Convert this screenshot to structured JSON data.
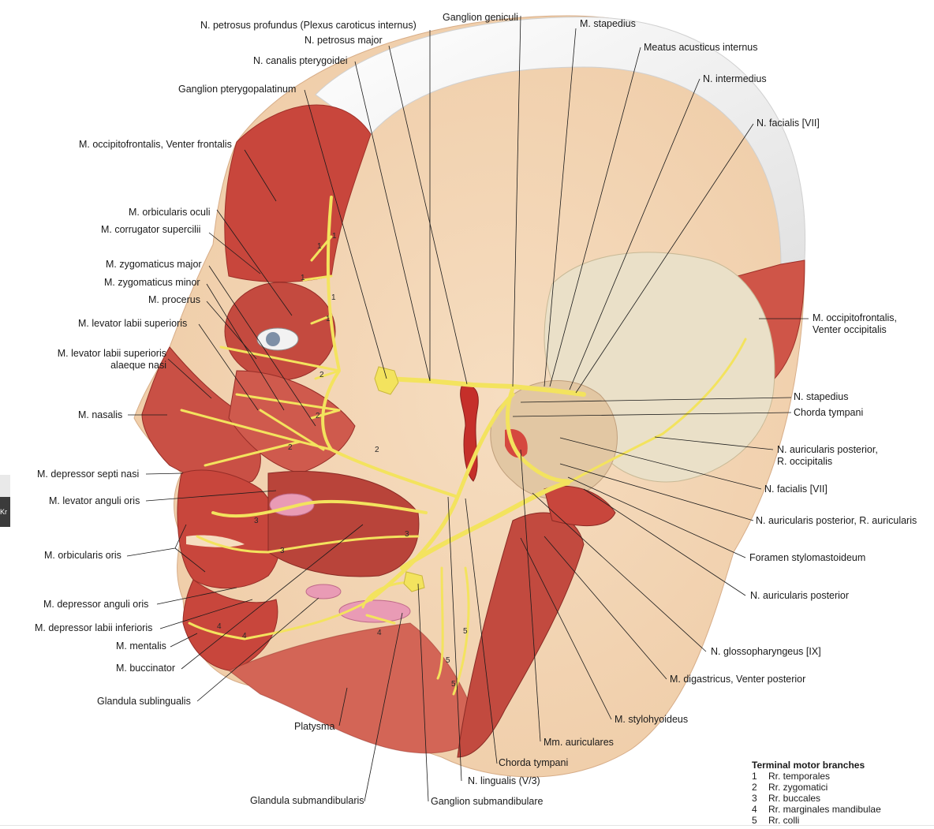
{
  "labels": {
    "petrosus_profundus": "N. petrosus profundus (Plexus caroticus internus)",
    "ganglion_geniculi": "Ganglion geniculi",
    "stapedius_muscle": "M. stapedius",
    "petrosus_major": "N. petrosus major",
    "meatus_acusticus": "Meatus acusticus internus",
    "canalis_pterygoidei": "N. canalis pterygoidei",
    "intermedius": "N. intermedius",
    "ganglion_pterygopalatinum": "Ganglion pterygopalatinum",
    "facialis_top": "N. facialis [VII]",
    "occipitofrontalis_frontalis": "M. occipitofrontalis, Venter frontalis",
    "orbicularis_oculi": "M. orbicularis oculi",
    "corrugator": "M. corrugator supercilii",
    "zygomaticus_major": "M. zygomaticus major",
    "zygomaticus_minor": "M. zygomaticus minor",
    "procerus": "M. procerus",
    "levator_labii": "M. levator labii superioris",
    "levator_labii_alaeque_1": "M. levator labii superioris",
    "levator_labii_alaeque_2": "alaeque nasi",
    "occipitofrontalis_occipitalis_1": "M. occipitofrontalis,",
    "occipitofrontalis_occipitalis_2": "Venter occipitalis",
    "nasalis": "M. nasalis",
    "n_stapedius": "N. stapedius",
    "chorda_tympani_right": "Chorda tympani",
    "auricularis_post_occ_1": "N. auricularis posterior,",
    "auricularis_post_occ_2": "R. occipitalis",
    "depressor_septi": "M. depressor septi nasi",
    "facialis_mid": "N. facialis [VII]",
    "levator_anguli": "M. levator anguli oris",
    "auricularis_post_aur": "N. auricularis posterior, R. auricularis",
    "orbicularis_oris": "M. orbicularis oris",
    "foramen_stylomastoideum": "Foramen stylomastoideum",
    "auricularis_posterior": "N. auricularis posterior",
    "depressor_anguli": "M. depressor anguli oris",
    "depressor_labii": "M. depressor labii inferioris",
    "mentalis": "M. mentalis",
    "glossopharyngeus": "N. glossopharyngeus [IX]",
    "buccinator": "M. buccinator",
    "digastricus": "M. digastricus, Venter posterior",
    "glandula_sublingualis": "Glandula sublingualis",
    "stylohyoideus": "M. stylohyoideus",
    "platysma": "Platysma",
    "mm_auriculares": "Mm. auriculares",
    "chorda_tympani_bottom": "Chorda tympani",
    "lingualis": "N. lingualis (V/3)",
    "glandula_submandibularis": "Glandula submandibularis",
    "ganglion_submandibulare": "Ganglion submandibulare"
  },
  "legend": {
    "title": "Terminal motor branches",
    "items": [
      {
        "num": "1",
        "text": "Rr. temporales"
      },
      {
        "num": "2",
        "text": "Rr. zygomatici"
      },
      {
        "num": "3",
        "text": "Rr. buccales"
      },
      {
        "num": "4",
        "text": "Rr. marginales mandibulae"
      },
      {
        "num": "5",
        "text": "Rr. colli"
      }
    ]
  },
  "branch_numbers": {
    "one": "1",
    "two": "2",
    "three": "3",
    "four": "4",
    "five": "5"
  },
  "side_tab": "Kr",
  "colors": {
    "skin": "#f3d7b8",
    "muscle": "#c8463c",
    "muscle_light": "#e07a6a",
    "nerve": "#f3e35e",
    "aponeurosis": "#f1f1f1",
    "bone": "#eae0c8",
    "gland": "#e99bb5"
  }
}
